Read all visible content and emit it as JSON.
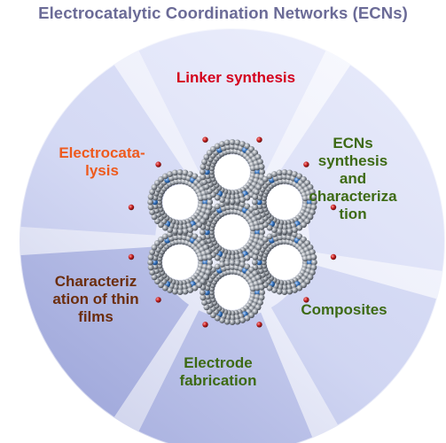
{
  "title": "Electrocatalytic Coordination Networks (ECNs)",
  "segments": [
    {
      "id": "linker",
      "label": "Linker synthesis",
      "color": "#d4001c"
    },
    {
      "id": "ecn",
      "label": "ECNs\nsynthesis\nand\ncharacteriza\ntion",
      "color": "#3d6a14"
    },
    {
      "id": "composites",
      "label": "Composites",
      "color": "#3d6a14"
    },
    {
      "id": "electrode",
      "label": "Electrode\nfabrication",
      "color": "#3d6a14"
    },
    {
      "id": "thinfilms",
      "label": "Characteriz\nation of thin\nfilms",
      "color": "#6b2d0c"
    },
    {
      "id": "electrocat",
      "label": "Electrocata-\nlysis",
      "color": "#ee5a1d"
    }
  ],
  "colors": {
    "wheel_light": "#e6eafb",
    "wheel_dark": "#9aa2d6",
    "framework_atom": "#8a8f99",
    "framework_nitrogen": "#3a6fb5",
    "framework_oxygen": "#b02020"
  }
}
